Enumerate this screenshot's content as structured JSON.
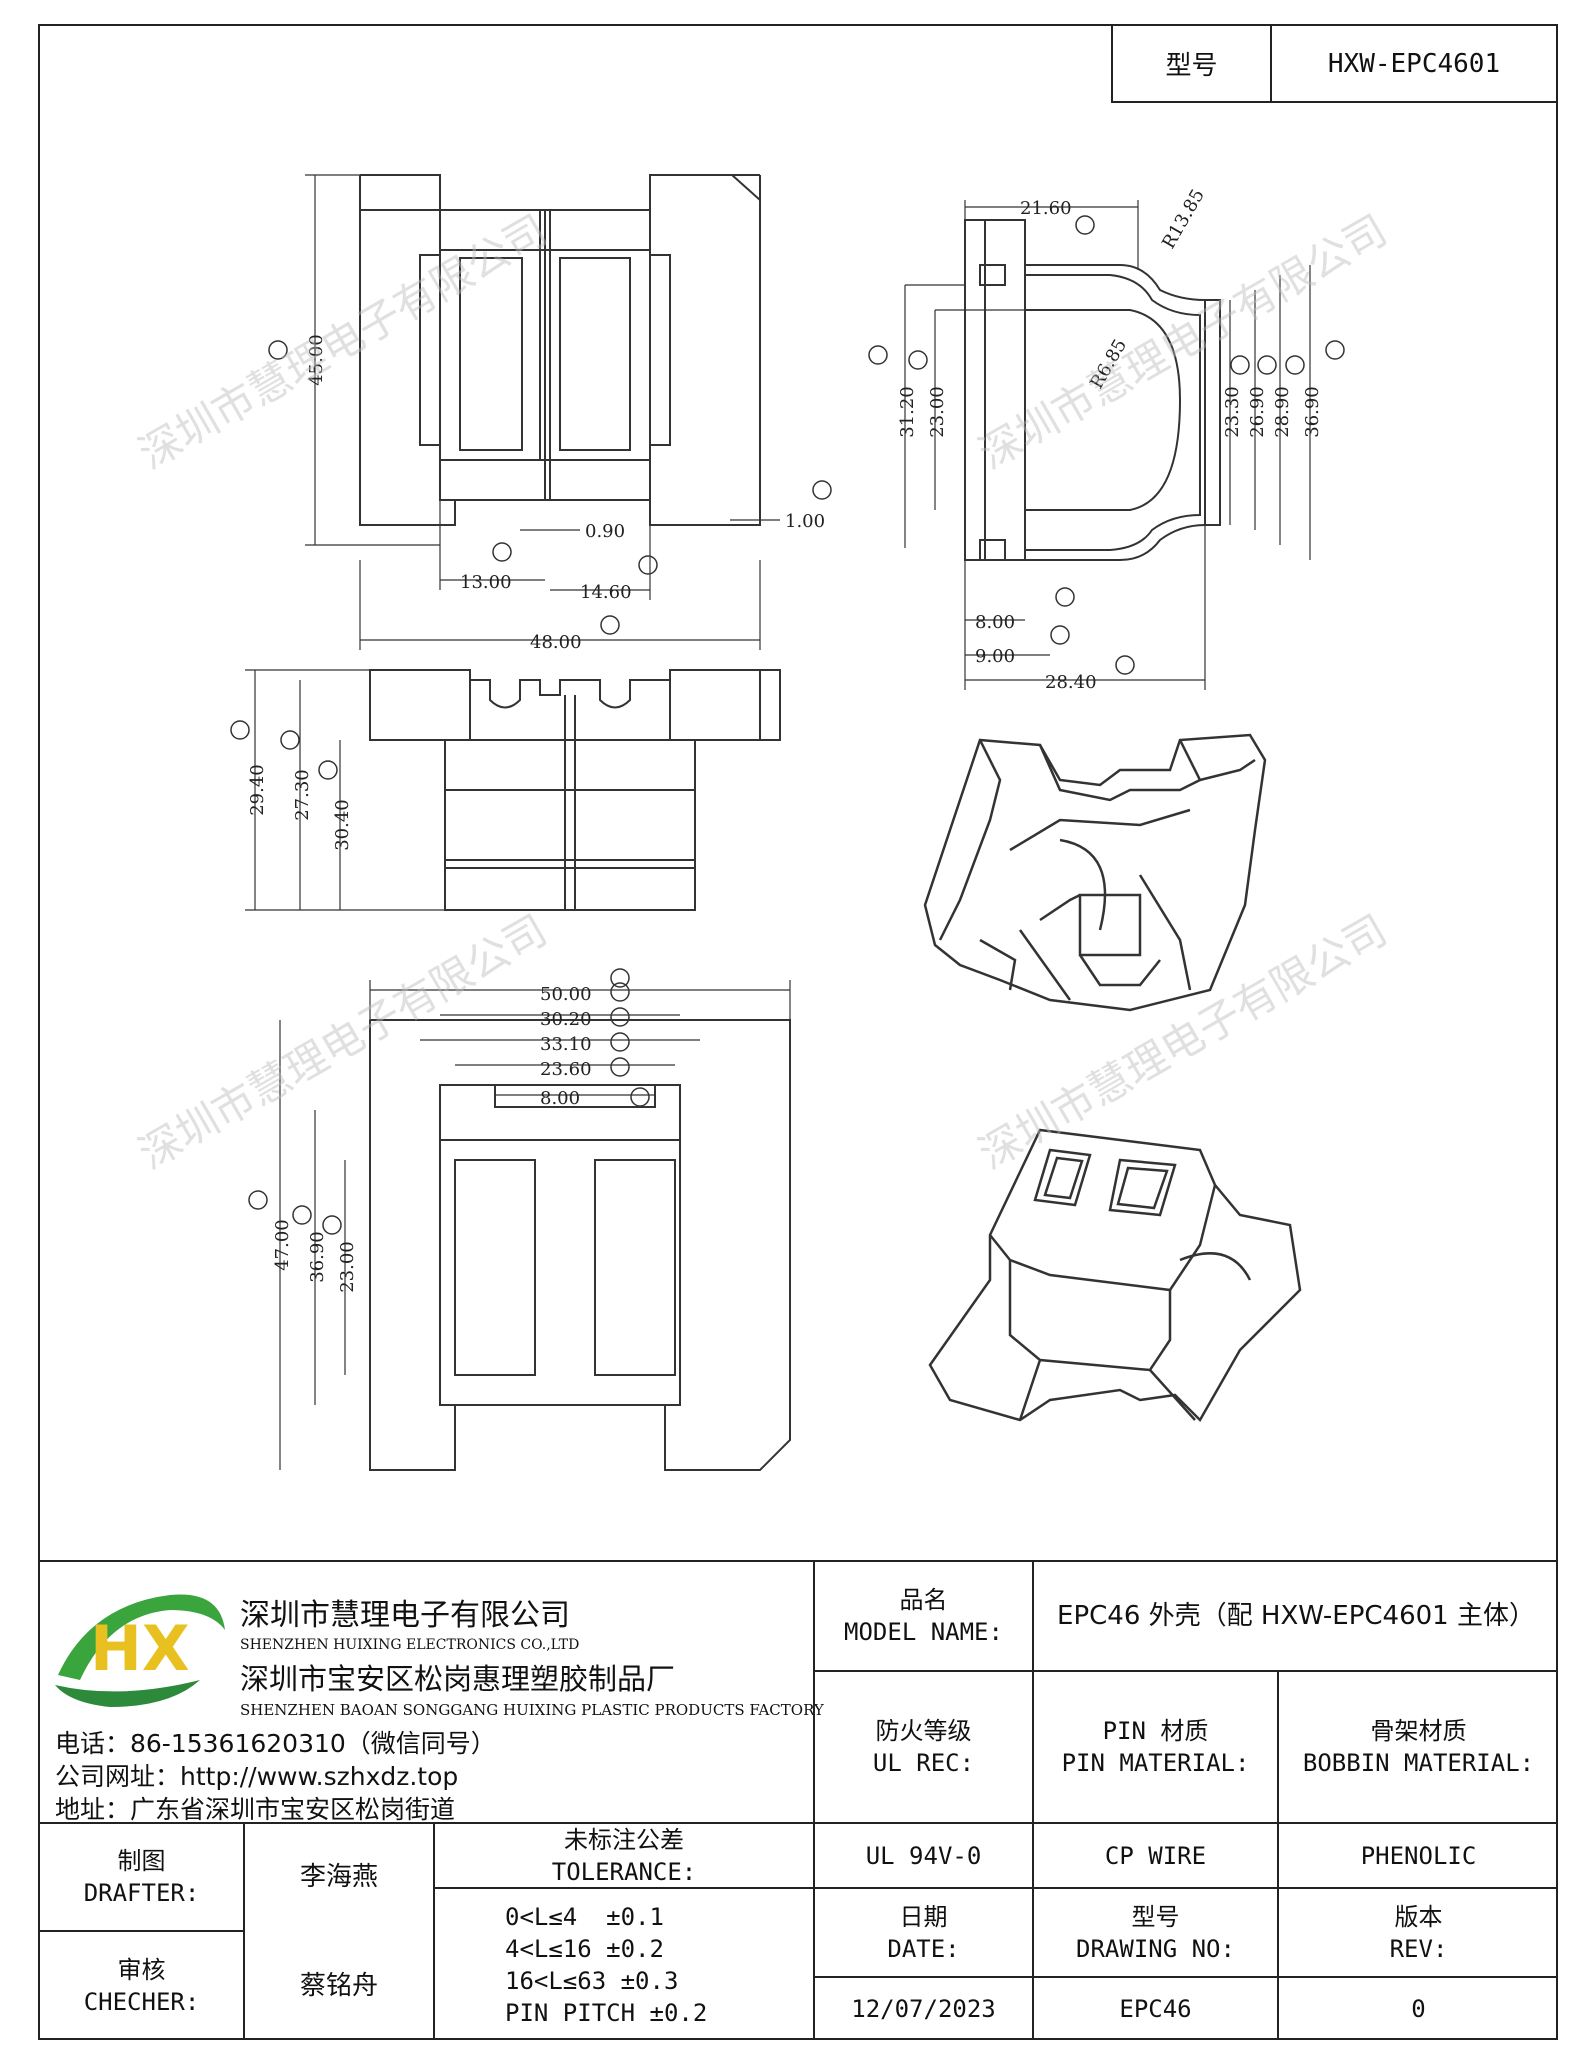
{
  "title_block": {
    "model_label": "型号",
    "model_value": "HXW-EPC4601"
  },
  "company": {
    "name_cn": "深圳市慧理电子有限公司",
    "name_en": "SHENZHEN HUIXING ELECTRONICS CO.,LTD",
    "factory_cn": "深圳市宝安区松岗惠理塑胶制品厂",
    "factory_en": "SHENZHEN BAOAN SONGGANG HUIXING PLASTIC PRODUCTS FACTORY",
    "phone": "电话：86-15361620310（微信同号）",
    "website": "公司网址：http://www.szhxdz.top",
    "address": "地址：广东省深圳市宝安区松岗街道",
    "logo_text": "HX"
  },
  "watermark": "深圳市慧理电子有限公司",
  "specs": {
    "model_name_cn": "品名",
    "model_name_en": "MODEL NAME:",
    "model_name_value": "EPC46 外壳（配 HXW-EPC4601 主体）",
    "ul_cn": "防火等级",
    "ul_en": "UL REC:",
    "pin_cn": "PIN 材质",
    "pin_en": "PIN MATERIAL:",
    "bobbin_cn": "骨架材质",
    "bobbin_en": "BOBBIN MATERIAL:",
    "ul_value": "UL 94V-0",
    "pin_value": "CP WIRE",
    "bobbin_value": "PHENOLIC",
    "date_cn": "日期",
    "date_en": "DATE:",
    "dwg_cn": "型号",
    "dwg_en": "DRAWING NO:",
    "rev_cn": "版本",
    "rev_en": "REV:",
    "date_value": "12/07/2023",
    "dwg_value": "EPC46",
    "rev_value": "0"
  },
  "people": {
    "drafter_cn": "制图",
    "drafter_en": "DRAFTER:",
    "drafter_name": "李海燕",
    "checker_cn": "审核",
    "checker_en": "CHECHER:",
    "checker_name": "蔡铭舟"
  },
  "tolerance": {
    "title_cn": "未标注公差",
    "title_en": "TOLERANCE:",
    "lines": [
      "0<L≤4  ±0.1",
      "4<L≤16 ±0.2",
      "16<L≤63 ±0.3",
      "PIN PITCH ±0.2"
    ]
  },
  "dims": {
    "tl": {
      "h45": "45.00",
      "d090": "0.90",
      "d100": "1.00",
      "d1300": "13.00",
      "d1460": "14.60",
      "d4800": "48.00"
    },
    "tr": {
      "d2160": "21.60",
      "r1385": "R13.85",
      "r685": "R6.85",
      "d3120": "31.20",
      "d2300": "23.00",
      "d2330": "23.30",
      "d2690": "26.90",
      "d2890": "28.90",
      "d3690": "36.90",
      "d800": "8.00",
      "d900": "9.00",
      "d2840": "28.40"
    },
    "side": {
      "d2940": "29.40",
      "d2730": "27.30",
      "d3040": "30.40"
    },
    "bottom": {
      "d5000": "50.00",
      "d3020": "30.20",
      "d3310": "33.10",
      "d2360": "23.60",
      "d800": "8.00",
      "d4700": "47.00",
      "d3690": "36.90",
      "d2300": "23.00"
    }
  }
}
